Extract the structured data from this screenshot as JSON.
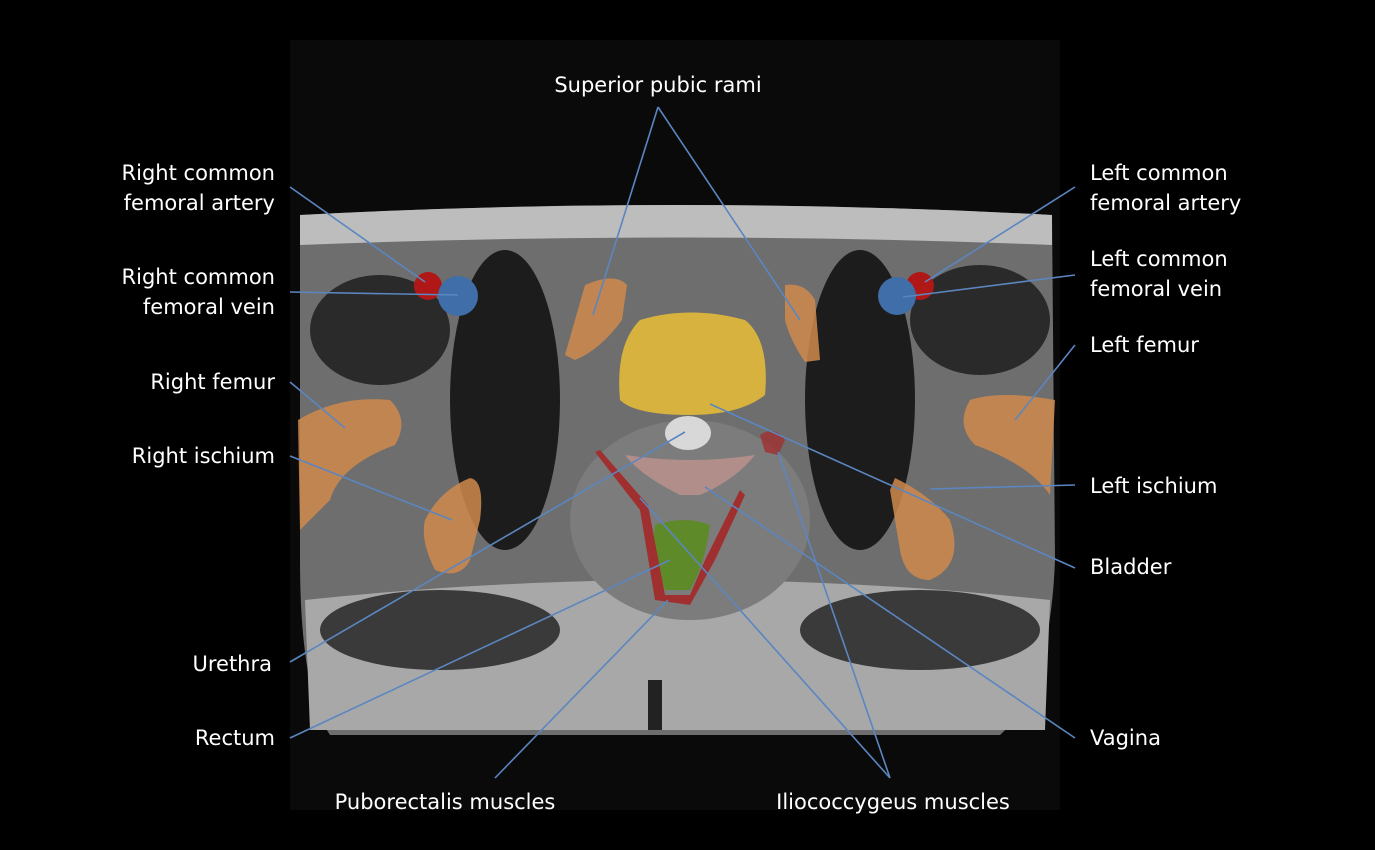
{
  "labels": {
    "superior_pubic_rami": "Superior pubic rami",
    "right_cfa_1": "Right common",
    "right_cfa_2": "femoral artery",
    "right_cfv_1": "Right common",
    "right_cfv_2": "femoral vein",
    "right_femur": "Right femur",
    "right_ischium": "Right ischium",
    "urethra": "Urethra",
    "rectum": "Rectum",
    "puborectalis": "Puborectalis muscles",
    "iliococcygeus": "Iliococcygeus muscles",
    "left_cfa_1": "Left common",
    "left_cfa_2": "femoral artery",
    "left_cfv_1": "Left common",
    "left_cfv_2": "femoral vein",
    "left_femur": "Left femur",
    "left_ischium": "Left ischium",
    "bladder": "Bladder",
    "vagina": "Vagina"
  },
  "colors": {
    "leader": "#5b86c0",
    "bone": "#d08a4c",
    "artery": "#b01818",
    "vein": "#3f6ea8",
    "bladder": "#e2b93a",
    "urethra": "#d8d8d8",
    "vagina": "#b8908c",
    "rectum": "#5f8a2a",
    "muscle": "#a03030"
  }
}
